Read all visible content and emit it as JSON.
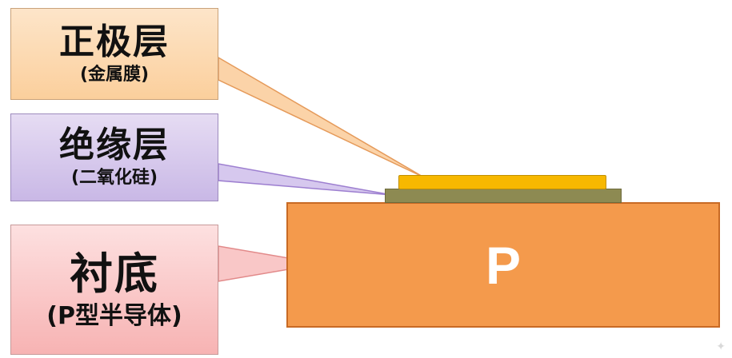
{
  "labels": {
    "anode": {
      "title": "正极层",
      "subtitle": "(金属膜)",
      "fill": "#fbcf9c",
      "leader_color": "#f6b27a"
    },
    "insulator": {
      "title": "绝缘层",
      "subtitle": "(二氧化硅)",
      "fill": "#c9b8e6",
      "leader_color": "#b9a6de"
    },
    "substrate": {
      "title": "衬底",
      "subtitle": "(P型半导体)",
      "fill": "#f7b3b3",
      "leader_color": "#f2a3a3"
    }
  },
  "structure": {
    "substrate_letter": "P",
    "substrate_color": "#f49a4c",
    "oxide_color": "#8d8a52",
    "metal_color": "#f7b800"
  }
}
